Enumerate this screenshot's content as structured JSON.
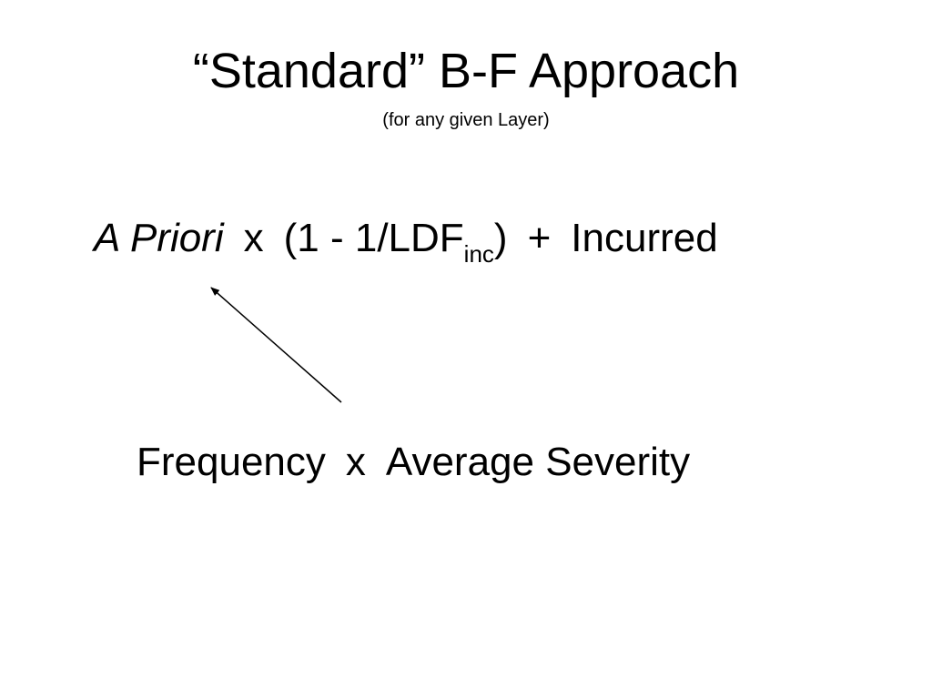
{
  "slide": {
    "title": "“Standard” B-F Approach",
    "subtitle": "(for any given Layer)",
    "formula": {
      "a_priori": "A Priori",
      "times": "x",
      "paren_open": "(1 - 1/LDF",
      "subscript": "inc",
      "paren_close": ")",
      "plus": "+",
      "incurred": "Incurred"
    },
    "bottom": {
      "frequency": "Frequency",
      "times": "x",
      "severity": "Average Severity"
    },
    "arrow_icon": "arrow-icon"
  }
}
